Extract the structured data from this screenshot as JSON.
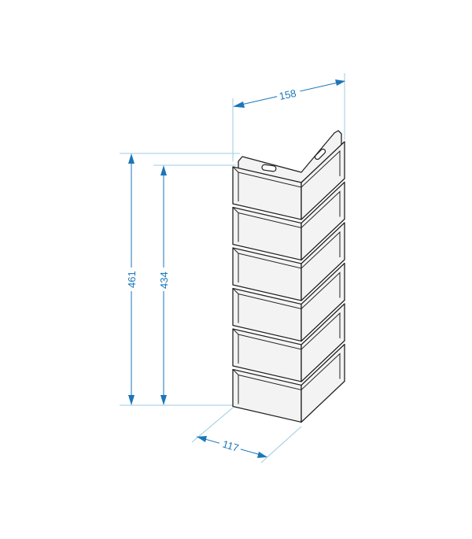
{
  "dimensions": {
    "total_height": "461",
    "visible_height": "434",
    "face_width": "158",
    "return_width": "117"
  },
  "panel": {
    "brick_count": 6
  },
  "colors": {
    "dimension": "#1a76b8",
    "extension": "#9ccbe4",
    "outline": "#222222",
    "fill": "#f3f3f3"
  }
}
